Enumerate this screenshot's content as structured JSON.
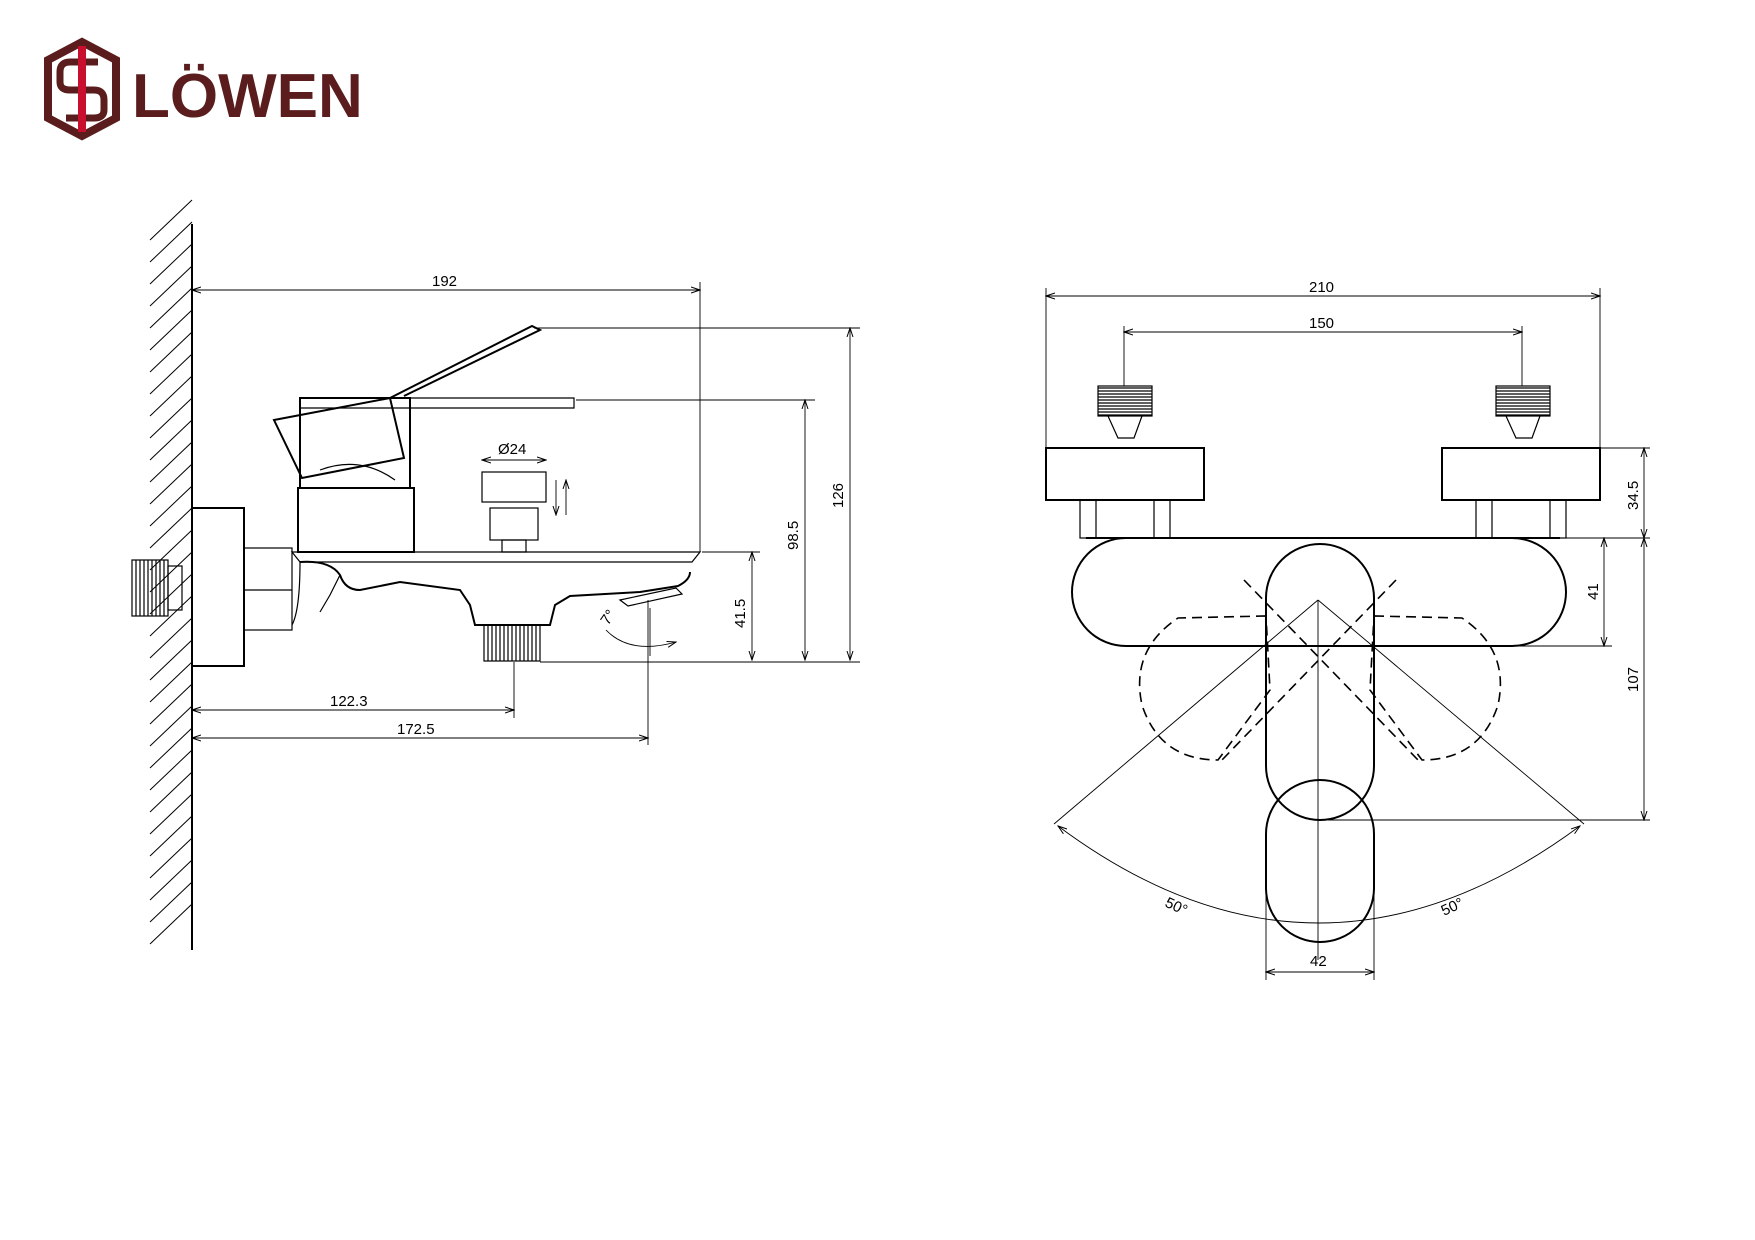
{
  "brand": {
    "name": "LÖWEN",
    "color_dark": "#5a1c1c",
    "color_accent": "#c8102e",
    "logo_icon": "hexagon-s-logo-icon"
  },
  "side_view": {
    "dims": {
      "width_total": "192",
      "height_total": "126",
      "height_lever": "98.5",
      "height_spout": "41.5",
      "diverter_diameter": "Ø24",
      "outlet_distance": "122.3",
      "spout_distance": "172.5",
      "spout_angle": "7°"
    }
  },
  "front_view": {
    "dims": {
      "width_total": "210",
      "inlet_spacing": "150",
      "height_top": "34.5",
      "height_body": "41",
      "height_lever": "107",
      "lever_width": "42",
      "angle_left": "50°",
      "angle_right": "50°"
    }
  }
}
